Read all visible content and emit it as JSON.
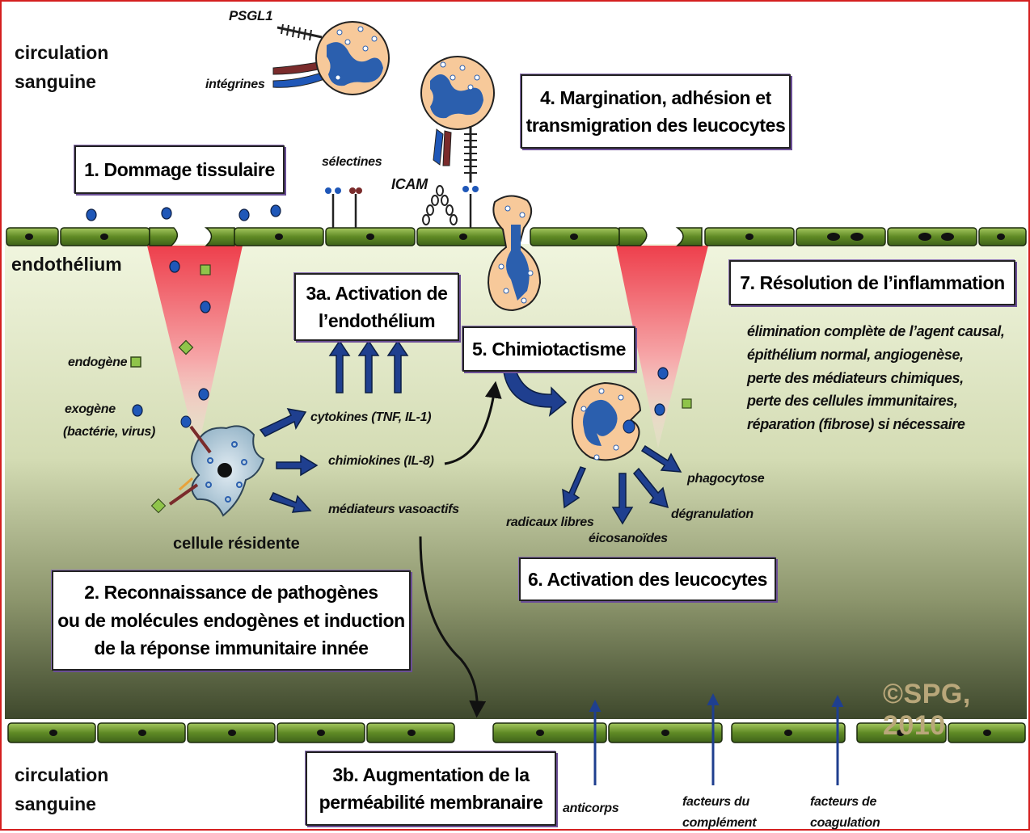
{
  "labels": {
    "circulation_top": [
      "circulation",
      "sanguine"
    ],
    "circulation_bottom": [
      "circulation",
      "sanguine"
    ],
    "endothelium": "endothélium",
    "psgl1": "PSGL1",
    "integrines": "intégrines",
    "selectines": "sélectines",
    "icam": "ICAM",
    "endogene": "endogène",
    "exogene": "exogène",
    "exogene_examples": "(bactérie, virus)",
    "cellule_residente": "cellule résidente",
    "cytokines": "cytokines (TNF, IL-1)",
    "chimiokines": "chimiokines (IL-8)",
    "mediateurs": "médiateurs vasoactifs",
    "phagocytose": "phagocytose",
    "radicaux": "radicaux libres",
    "eicosanoides": "éicosanoïdes",
    "degranulation": "dégranulation",
    "anticorps": "anticorps",
    "complement": [
      "facteurs du",
      "complément"
    ],
    "coagulation": [
      "facteurs de",
      "coagulation"
    ],
    "copyright": "©SPG, 2010"
  },
  "steps": {
    "s1": [
      "1. Dommage tissulaire"
    ],
    "s2": [
      "2. Reconnaissance de pathogènes",
      "ou de molécules endogènes et induction",
      "de la réponse immunitaire innée"
    ],
    "s3a": [
      "3a. Activation de",
      "l’endothélium"
    ],
    "s3b": [
      "3b. Augmentation de la",
      "perméabilité membranaire"
    ],
    "s4": [
      "4. Margination, adhésion et",
      "transmigration des leucocytes"
    ],
    "s5": [
      "5. Chimiotactisme"
    ],
    "s6": [
      "6. Activation des leucocytes"
    ],
    "s7": [
      "7. Résolution de l’inflammation"
    ]
  },
  "resolution_items": [
    "élimination  complète de l’agent causal,",
    "épithélium normal, angiogenèse,",
    "perte des médiateurs  chimiques,",
    "perte des cellules  immunitaires,",
    "réparation  (fibrose) si nécessaire"
  ],
  "colors": {
    "tissue_top": "#eef3dc",
    "tissue_bottom": "#404a2e",
    "endothelial_cell": "#6f9a2f",
    "leukocyte": "#f7c99a",
    "nucleus": "#2b5fae",
    "inflammation_cone": "#f0555e",
    "arrow_blue": "#1f3f8f",
    "frame_red": "#d41f1f"
  }
}
